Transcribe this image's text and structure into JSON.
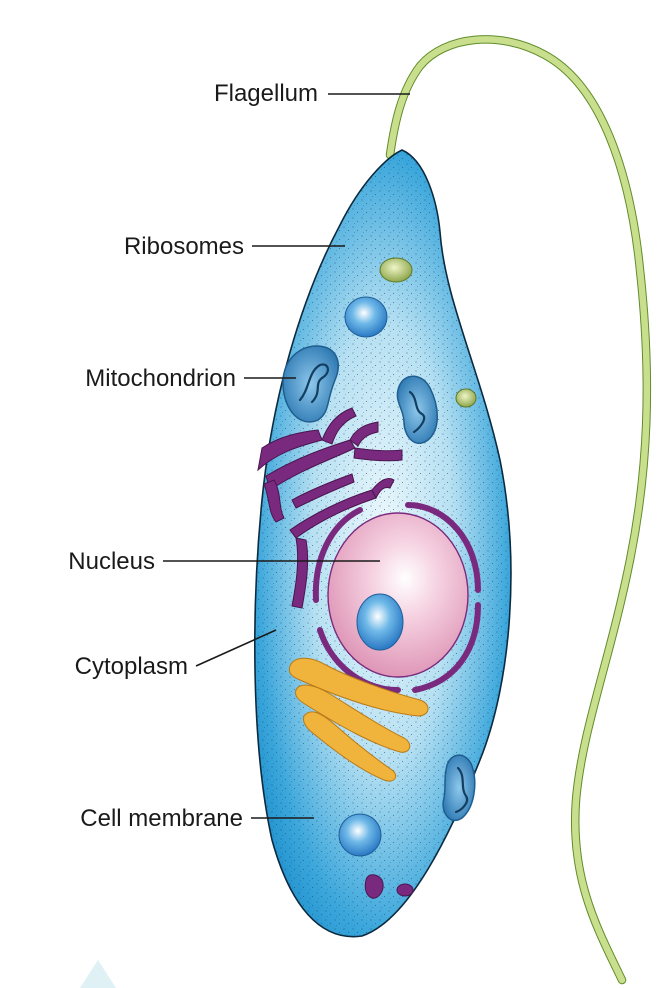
{
  "labels": {
    "flagellum": "Flagellum",
    "ribosomes": "Ribosomes",
    "mitochondrion": "Mitochondrion",
    "nucleus": "Nucleus",
    "cytoplasm": "Cytoplasm",
    "cell_membrane": "Cell membrane"
  },
  "colors": {
    "cell_edge": "#1e8fcf",
    "cell_center": "#e6f5fb",
    "flagellum": "#c7dd8a",
    "nucleus": "#e9a6c3",
    "nucleolus": "#3a8fd0",
    "golgi": "#f0b43c",
    "endoplasmic_reticulum": "#7a2a7e",
    "mitochondrion": "#2a76b0",
    "vesicle_green": "#a7bd63"
  }
}
